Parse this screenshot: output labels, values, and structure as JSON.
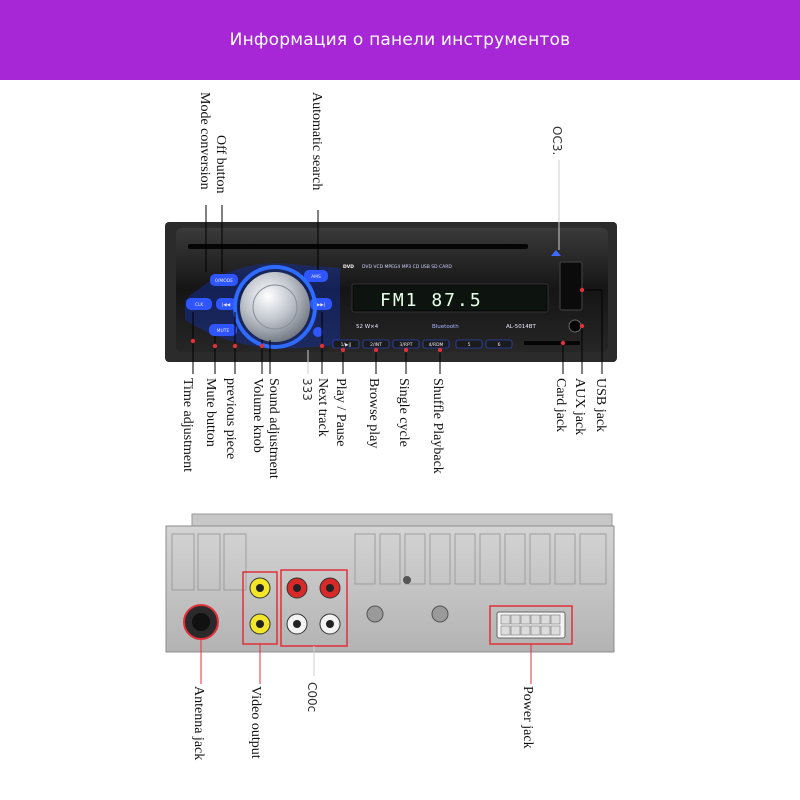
{
  "header": {
    "title": "Информация о панели инструментов"
  },
  "colors": {
    "header_bg": "#a727d6",
    "pointer": "#e0303a",
    "panel_blue": "#2f55ff"
  },
  "front_panel": {
    "brand_label": "DVD",
    "formats_text": "DVD VCD MPEG4 MP3 CD USB SD CARD",
    "model": "AL-5014BT",
    "power_text": "52 W×4",
    "bluetooth_text": "Bluetooth",
    "display_text": "FM1  87.5",
    "buttons": {
      "mode": "0/MODE",
      "clk": "CLK",
      "mute": "MUTE",
      "ams": "AMS",
      "prev": "|◀◀",
      "next": "▶▶|"
    },
    "presets": [
      "1/▶||",
      "2/INT",
      "3/RPT",
      "4/RDM",
      "5",
      "6"
    ]
  },
  "labels_top": {
    "off_button": "Off button",
    "mode_conversion": "Mode conversion",
    "automatic_search": "Automatic search",
    "oc3": "OC3."
  },
  "labels_bottom": {
    "time_adjustment": "Time adjustment",
    "mute_button": "Mute button",
    "previous_piece": "previous piece",
    "volume_knob": "Volume knob",
    "sound_adjustment": "Sound adjustment",
    "num_333": "333",
    "next_track": "Next track",
    "play_pause": "Play / Pause",
    "browse_play": "Browse play",
    "single_cycle": "Single cycle",
    "shuffle_playback": "Shuffle Playback",
    "card_jack": "Card jack",
    "aux_jack": "AUX jack",
    "usb_jack": "USB jack"
  },
  "labels_rear": {
    "antenna_jack": "Antenna jack",
    "video_output": "Video output",
    "c00c": "C00c",
    "power_jack": "Power jack"
  }
}
